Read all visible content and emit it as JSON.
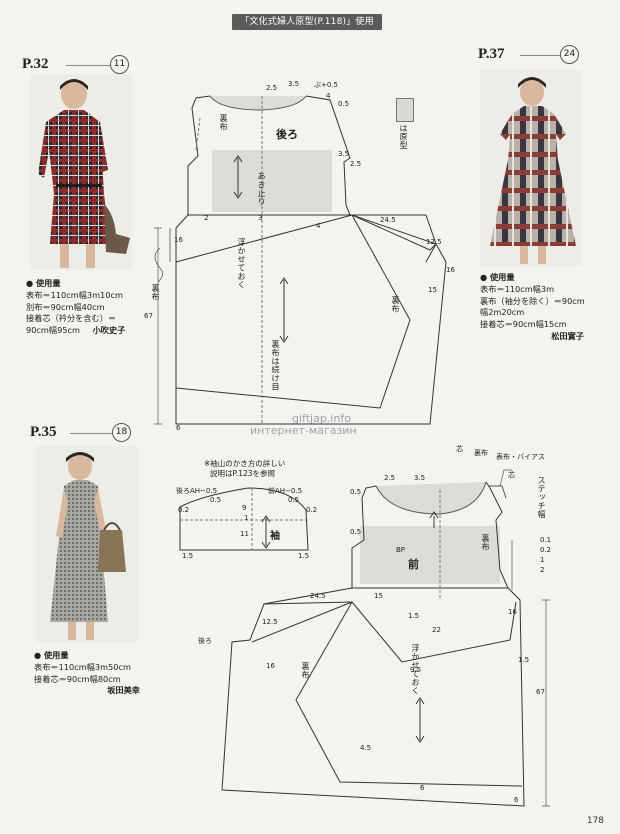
{
  "header": {
    "title": "「文化式婦人原型(P.118)」使用"
  },
  "page_number": "178",
  "legend": {
    "label": "は原型"
  },
  "watermark": {
    "line1": "giftjap.info",
    "line2": "интернет-магазин"
  },
  "looks": [
    {
      "page": "P.32",
      "number": "11",
      "usage_title": "● 使用量",
      "lines": [
        "表布＝110cm幅3m10cm",
        "別布＝90cm幅40cm",
        "接着芯（衿分を含む）＝",
        "90cm幅95cm"
      ],
      "designer": "小吹史子"
    },
    {
      "page": "P.37",
      "number": "24",
      "usage_title": "● 使用量",
      "lines": [
        "表布＝110cm幅3m",
        "裏布（袖分を除く）＝90cm",
        "幅2m20cm",
        "接着芯＝90cm幅15cm"
      ],
      "designer": "松田實子"
    },
    {
      "page": "P.35",
      "number": "18",
      "usage_title": "● 使用量",
      "lines": [
        "表布＝110cm幅3m50cm",
        "接着芯＝90cm幅80cm"
      ],
      "designer": "坂田美幸"
    }
  ],
  "back_pattern": {
    "name": "後ろ",
    "labels": {
      "lining": "裏布",
      "slit": "あき止り",
      "float": "浮かせておく",
      "side": "裏布",
      "hem_cont": "裏布は続け目",
      "hem_side": "裏布"
    },
    "dims": {
      "d2_5": "2.5",
      "d3_5": "3.5",
      "d_plus": "ぶ+0.5",
      "d4": "4",
      "d0_5": "0.5",
      "d3_5b": "3.5",
      "d2_5b": "2.5",
      "d3": "3",
      "d24_5": "24.5",
      "d12_5": "12.5",
      "d16a": "16",
      "d16b": "16",
      "d15": "15",
      "d67": "67",
      "d6": "6",
      "d4b": "4",
      "d2": "2"
    }
  },
  "sleeve_pattern": {
    "note1": "※袖山のかき方の詳しい",
    "note2": "説明はP.123を参照",
    "name": "袖",
    "dims": {
      "back_ah": "後ろAH−0.5",
      "front_ah": "前AH−0.5",
      "d0_5a": "0.5",
      "d0_5b": "0.5",
      "d0_2a": "0.2",
      "d0_2b": "0.2",
      "d9": "9",
      "d1": "1",
      "d11": "11",
      "d1_5a": "1.5",
      "d1_5b": "1.5"
    }
  },
  "front_pattern": {
    "name": "前",
    "labels": {
      "facing": "芯",
      "lining_top": "裏布",
      "bias": "表布・バイアス",
      "core": "芯",
      "stitch": "ステッチ幅",
      "lining_side": "裏布",
      "bp": "BP",
      "float": "浮かせておく",
      "lining_mid": "裏布",
      "back": "後ろ"
    },
    "dims": {
      "d2_5": "2.5",
      "d3_5": "3.5",
      "d0_5a": "0.5",
      "d0_5b": "0.5",
      "d_st1": "0.1",
      "d_st2": "0.2",
      "d_st3": "1",
      "d_st4": "2",
      "d24_5": "24.5",
      "d12_5": "12.5",
      "d16a": "16",
      "d16b": "16",
      "d9_5": "9.5",
      "d22": "22",
      "d1_5a": "1.5",
      "d1_5b": "1.5",
      "d4_5": "4.5",
      "d67": "67",
      "d6a": "6",
      "d6b": "6",
      "d15": "15"
    }
  },
  "colors": {
    "pattern_line": "#333333",
    "yoke_fill": "#dcdcd6",
    "dash_line": "#777777",
    "page_bg": "#f4f3ef"
  }
}
